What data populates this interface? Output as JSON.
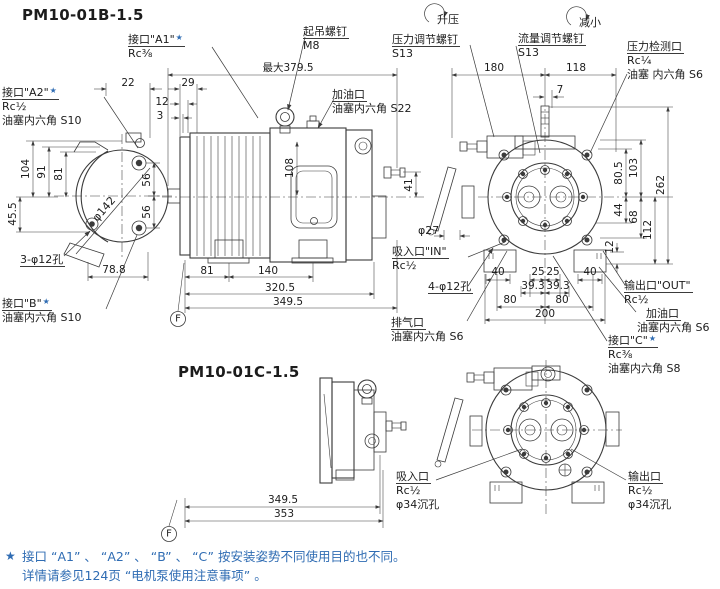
{
  "colors": {
    "line": "#3b3b3b",
    "accent": "#2f6cb3",
    "bg": "#ffffff"
  },
  "model_b": {
    "title": "PM10-01B-1.5",
    "labels": {
      "port_a1": {
        "title": "接口\"A1\"",
        "star": "★",
        "lines": [
          "Rc⅜"
        ]
      },
      "port_a2": {
        "title": "接口\"A2\"",
        "star": "★",
        "lines": [
          "Rc½",
          "油塞内六角 S10"
        ]
      },
      "lift_screw": {
        "title": "起吊螺钉",
        "lines": [
          "M8"
        ]
      },
      "fill_port_top": {
        "title": "加油口",
        "lines": [
          "油塞内六角 S22"
        ]
      },
      "pressure_screw": {
        "title": "压力调节螺钉",
        "lines": [
          "S13"
        ]
      },
      "flow_screw": {
        "title": "流量调节螺钉",
        "lines": [
          "S13"
        ]
      },
      "pressure_check_port": {
        "title": "压力检测口",
        "lines": [
          "Rc¼",
          "油塞 内六角 S6"
        ]
      },
      "rise": "升压",
      "decrease": "减小",
      "mount_holes_front": "3-φ12孔",
      "port_b": {
        "title": "接口\"B\"",
        "star": "★",
        "lines": [
          "油塞内六角 S10"
        ]
      },
      "flange_dia": "φ142",
      "lever_dia": "φ27",
      "inlet": {
        "title": "吸入口\"IN\"",
        "lines": [
          "Rc½"
        ]
      },
      "mount_holes_rear": "4-φ12孔",
      "exhaust": {
        "title": "排气口",
        "lines": [
          "油塞内六角 S6"
        ]
      },
      "outlet": {
        "title": "输出口\"OUT\"",
        "lines": [
          "Rc½"
        ]
      },
      "fill_port_rear": {
        "title": "加油口",
        "lines": [
          "油塞内六角 S6"
        ]
      },
      "port_c": {
        "title": "接口\"C\"",
        "star": "★",
        "lines": [
          "Rc⅜",
          "油塞内六角 S8"
        ]
      },
      "datum": "F"
    },
    "dims": {
      "w22": "22",
      "w29": "29",
      "w12": "12",
      "w3": "3",
      "max_len": "最大379.5",
      "h104": "104",
      "h91": "91",
      "h81": "81",
      "h45_5": "45.5",
      "h56a": "56",
      "h56b": "56",
      "w78_8": "78.8",
      "h108": "108",
      "h41": "41",
      "w81": "81",
      "w140": "140",
      "w320_5": "320.5",
      "w349_5": "349.5",
      "w180": "180",
      "w118": "118",
      "w7": "7",
      "h80_5": "80.5",
      "h103": "103",
      "h44": "44",
      "h68": "68",
      "h112": "112",
      "h12": "12",
      "h262": "262",
      "w40a": "40",
      "w25a": "25",
      "w25b": "25",
      "w39_3a": "39.3",
      "w39_3b": "39.3",
      "w40b": "40",
      "w80a": "80",
      "w80b": "80",
      "w200": "200"
    }
  },
  "model_c": {
    "title": "PM10-01C-1.5",
    "labels": {
      "inlet": {
        "title": "吸入口",
        "lines": [
          "Rc½",
          "φ34沉孔"
        ]
      },
      "outlet": {
        "title": "输出口",
        "lines": [
          "Rc½",
          "φ34沉孔"
        ]
      },
      "datum": "F"
    },
    "dims": {
      "w349_5": "349.5",
      "w353": "353"
    }
  },
  "footnote": {
    "star": "★",
    "line1": "接口 “A1” 、 “A2” 、 “B” 、 “C”  按安装姿势不同使用目的也不同。",
    "line2": "详情请参见124页 “电机泵使用注意事项” 。"
  }
}
